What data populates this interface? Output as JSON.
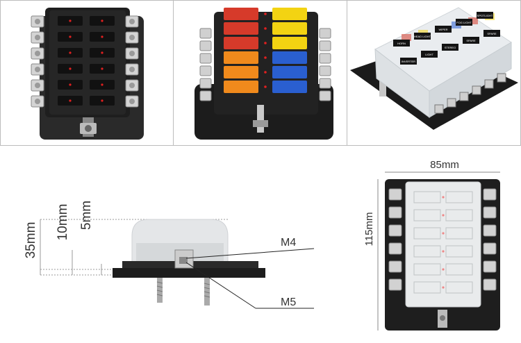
{
  "labels": {
    "width_dim": "85mm",
    "height_dim": "115mm",
    "dim_35": "35mm",
    "dim_10": "10mm",
    "dim_5": "5mm",
    "callout_m4": "M4",
    "callout_m5": "M5"
  },
  "fuse_colors": {
    "red": "#d63a2a",
    "yellow": "#f3d312",
    "orange": "#f08a1c",
    "blue": "#2a5fd0"
  },
  "panel3_labels": [
    "HORN",
    "HEAD LIGHT",
    "WIPER",
    "FOG LIGHT",
    "SPOTLIGHT",
    "INVERTER",
    "LIGHT",
    "STEREO",
    "SPARE",
    "SPARE"
  ]
}
